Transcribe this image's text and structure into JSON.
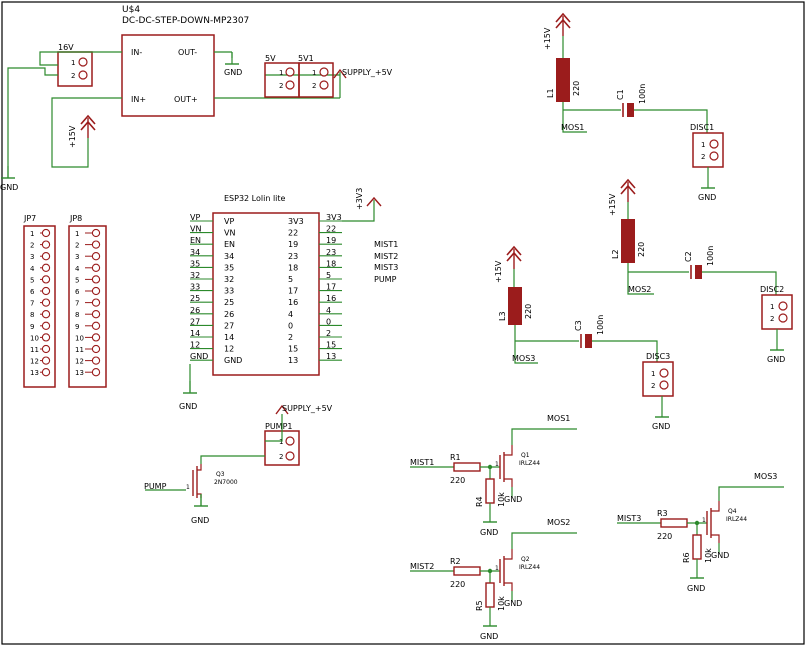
{
  "colors": {
    "background": "#ffffff",
    "frame": "#000000",
    "part_outline": "#9b1c1c",
    "wire": "#2c8a2c",
    "supply_arrow": "#9b1c1c",
    "text": "#000000"
  },
  "regulator": {
    "title": "U$4",
    "part": "DC-DC-STEP-DOWN-MP2307",
    "pins": [
      "IN-",
      "OUT-",
      "IN+",
      "OUT+"
    ]
  },
  "connectors": {
    "in_16v": "16V",
    "out_5v": "5V",
    "out_5v1": "5V1",
    "supply": "SUPPLY_+5V",
    "pin1": "1",
    "pin2": "2"
  },
  "power": {
    "gnd": "GND",
    "p15": "+15V",
    "p3v3": "+3V3",
    "supply": "SUPPLY_+5V"
  },
  "esp32": {
    "title": "ESP32 Lolin lite",
    "left_pins": [
      "VP",
      "VN",
      "EN",
      "34",
      "35",
      "32",
      "33",
      "25",
      "26",
      "27",
      "14",
      "12",
      "GND"
    ],
    "right_pins": [
      "3V3",
      "22",
      "19",
      "23",
      "18",
      "5",
      "17",
      "16",
      "4",
      "0",
      "2",
      "15",
      "13"
    ],
    "left_nets": [
      "VP",
      "VN",
      "EN",
      "34",
      "35",
      "32",
      "33",
      "25",
      "26",
      "27",
      "14",
      "12",
      "GND"
    ],
    "right_nets": [
      "3V3",
      "22",
      "19",
      "23",
      "18",
      "5",
      "17",
      "16",
      "4",
      "0",
      "2",
      "15",
      "13"
    ],
    "right_signals": [
      "MIST1",
      "MIST2",
      "MIST3",
      "PUMP"
    ]
  },
  "headers": {
    "jp7": "JP7",
    "jp8": "JP8",
    "pins": [
      "1",
      "2",
      "3",
      "4",
      "5",
      "6",
      "7",
      "8",
      "9",
      "10",
      "11",
      "12",
      "13"
    ]
  },
  "pump": {
    "connector": "PUMP1",
    "net": "PUMP",
    "mosfet": "Q3",
    "mosfet_part": "2N7000"
  },
  "inductors": [
    {
      "name": "L1",
      "value": "220"
    },
    {
      "name": "L2",
      "value": "220"
    },
    {
      "name": "L3",
      "value": "220"
    }
  ],
  "capacitors": [
    {
      "name": "C1",
      "value": "100n"
    },
    {
      "name": "C2",
      "value": "100n"
    },
    {
      "name": "C3",
      "value": "100n"
    }
  ],
  "discs": [
    "DISC1",
    "DISC2",
    "DISC3"
  ],
  "mos_nets": [
    "MOS1",
    "MOS2",
    "MOS3"
  ],
  "drivers": [
    {
      "net": "MIST1",
      "r_gate": "R1",
      "r_gate_value": "220",
      "r_pull": "R4",
      "r_pull_value": "10k",
      "q": "Q1",
      "q_part": "IRLZ44",
      "drain": "MOS1"
    },
    {
      "net": "MIST2",
      "r_gate": "R2",
      "r_gate_value": "220",
      "r_pull": "R5",
      "r_pull_value": "10k",
      "q": "Q2",
      "q_part": "IRLZ44",
      "drain": "MOS2"
    },
    {
      "net": "MIST3",
      "r_gate": "R3",
      "r_gate_value": "220",
      "r_pull": "R6",
      "r_pull_value": "10k",
      "q": "Q4",
      "q_part": "IRLZ44",
      "drain": "MOS3"
    }
  ]
}
